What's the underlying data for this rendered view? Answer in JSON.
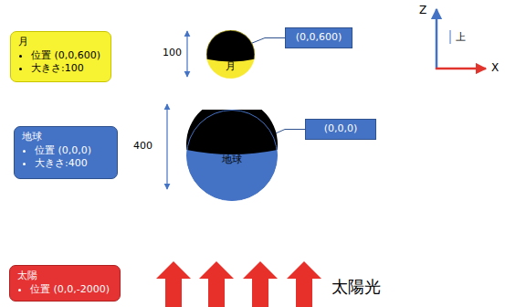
{
  "diagram": {
    "nodes": [
      {
        "text": [
          "月",
          "位置 (0,0,600)",
          "大きさ:100"
        ]
      },
      {
        "text": [
          "月"
        ]
      },
      {
        "text": [
          "(0,0,600)"
        ]
      },
      {
        "text": [
          "地球",
          "位置 (0,0,0)",
          "大きさ:400"
        ]
      },
      {
        "text": [
          "地球"
        ]
      },
      {
        "text": [
          "(0,0,0)"
        ]
      },
      {
        "text": [
          "太陽",
          "位置 (0,0,-2000)"
        ]
      }
    ],
    "edges": [
      {
        "from": 1,
        "to": 2,
        "arrow": "none"
      },
      {
        "from": 4,
        "to": 5,
        "arrow": "none"
      }
    ],
    "labels": [
      "100",
      "400",
      "太陽光",
      "Z",
      "上",
      "X"
    ]
  }
}
